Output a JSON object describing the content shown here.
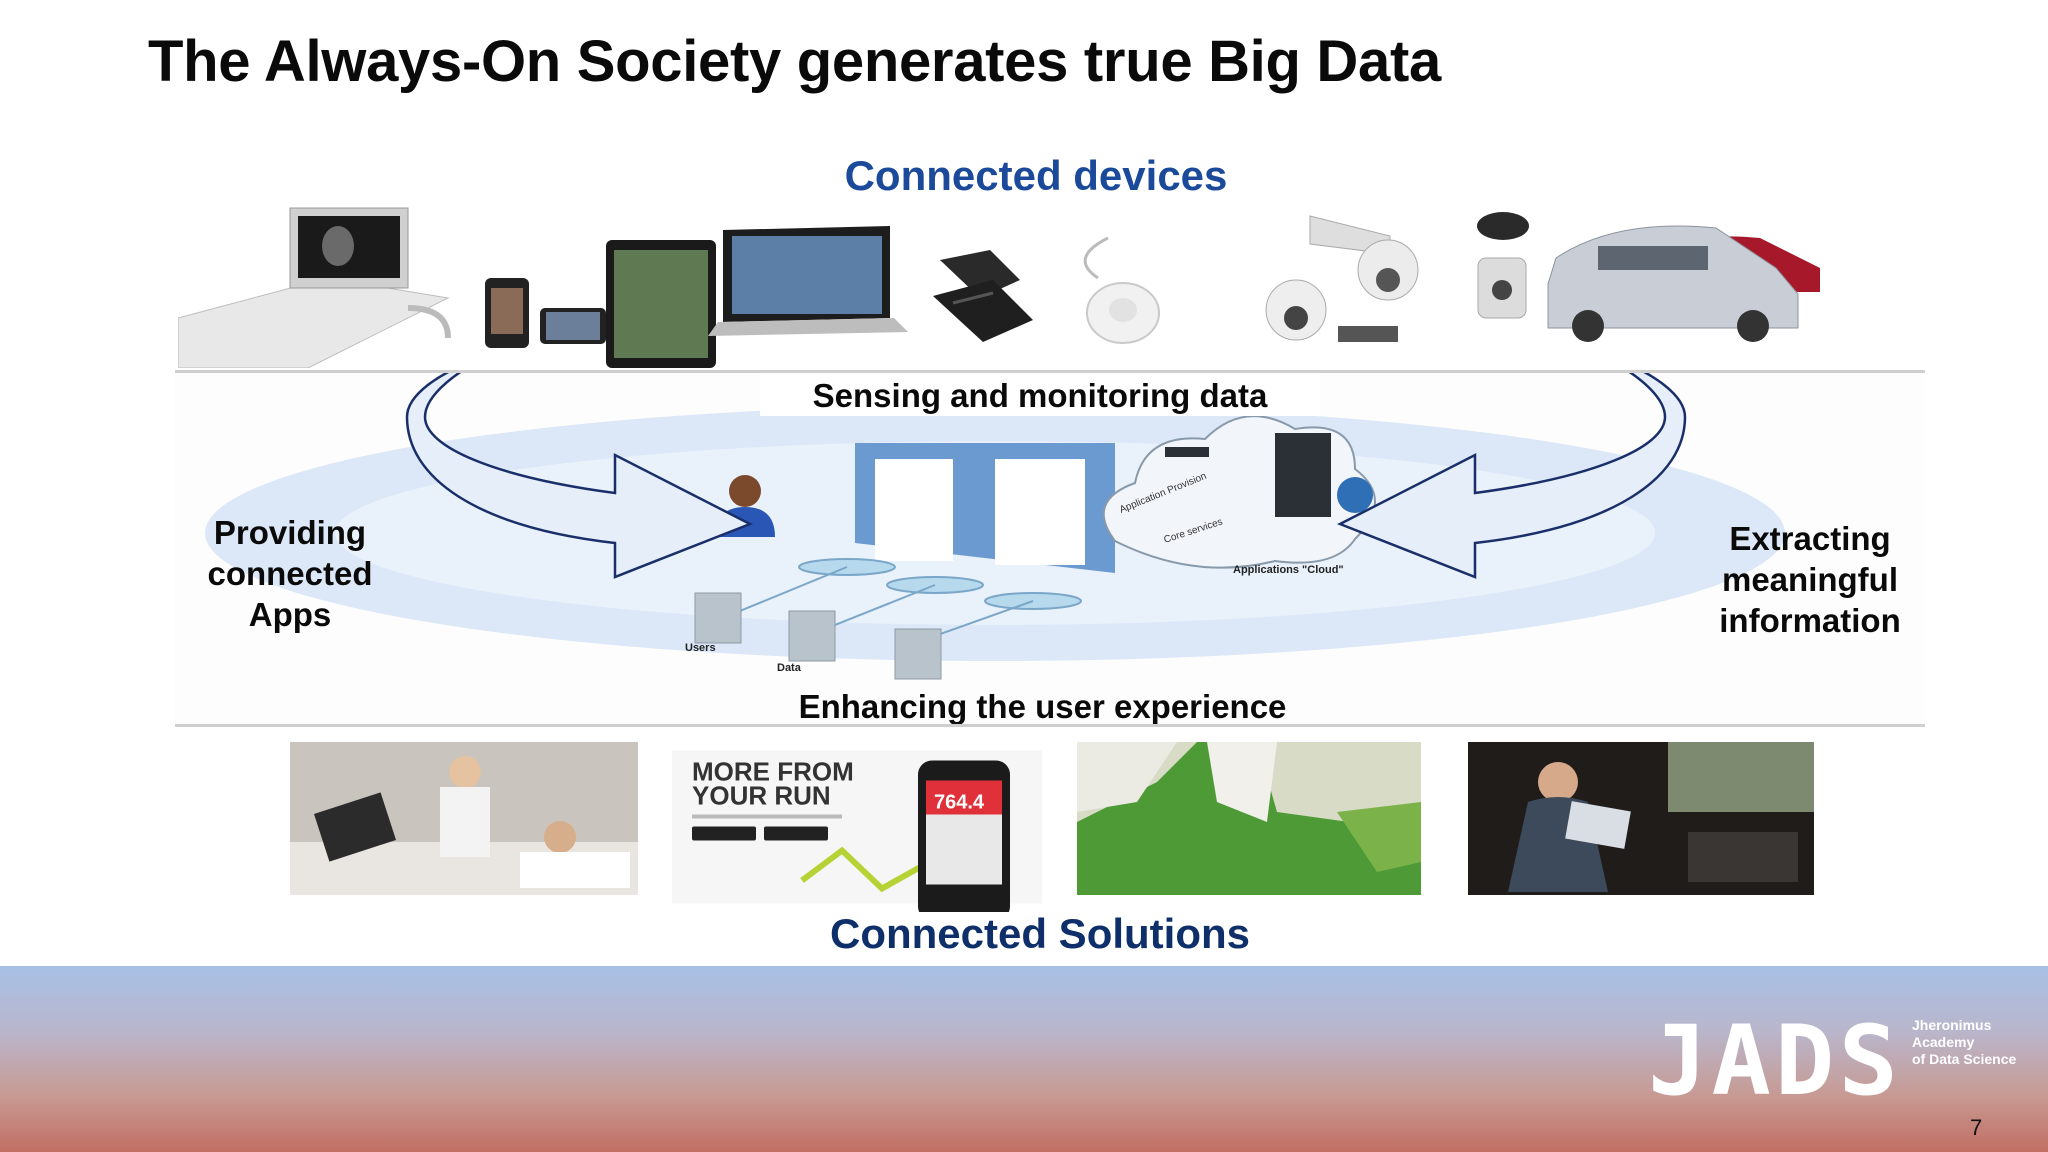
{
  "slide": {
    "title": "The Always-On Society generates true Big Data",
    "page_number": "7"
  },
  "top_section": {
    "heading": "Connected devices"
  },
  "cycle": {
    "top_label": "Sensing and monitoring data",
    "bottom_label": "Enhancing the user experience",
    "left_label": "Providing connected Apps",
    "right_label": "Extracting meaningful information",
    "diagram_labels": {
      "users": "Users",
      "data": "Data",
      "cloud": "Applications \"Cloud\"",
      "provision": "Application Provision",
      "core": "Core services"
    }
  },
  "bottom_section": {
    "heading": "Connected Solutions",
    "app_promo_title_1": "MORE FROM",
    "app_promo_title_2": "YOUR RUN",
    "app_promo_value": "764.4"
  },
  "logo": {
    "wordmark": "JADS",
    "line1": "Jheronimus",
    "line2": "Academy",
    "line3": "of Data Science"
  },
  "colors": {
    "heading_blue": "#1c4a9a",
    "heading_navy": "#0f2f6b",
    "arrow_fill": "#e6eef9",
    "arrow_stroke": "#1a2f6a",
    "footer_top": "#a8c0e6",
    "footer_bottom": "#c26e63"
  }
}
